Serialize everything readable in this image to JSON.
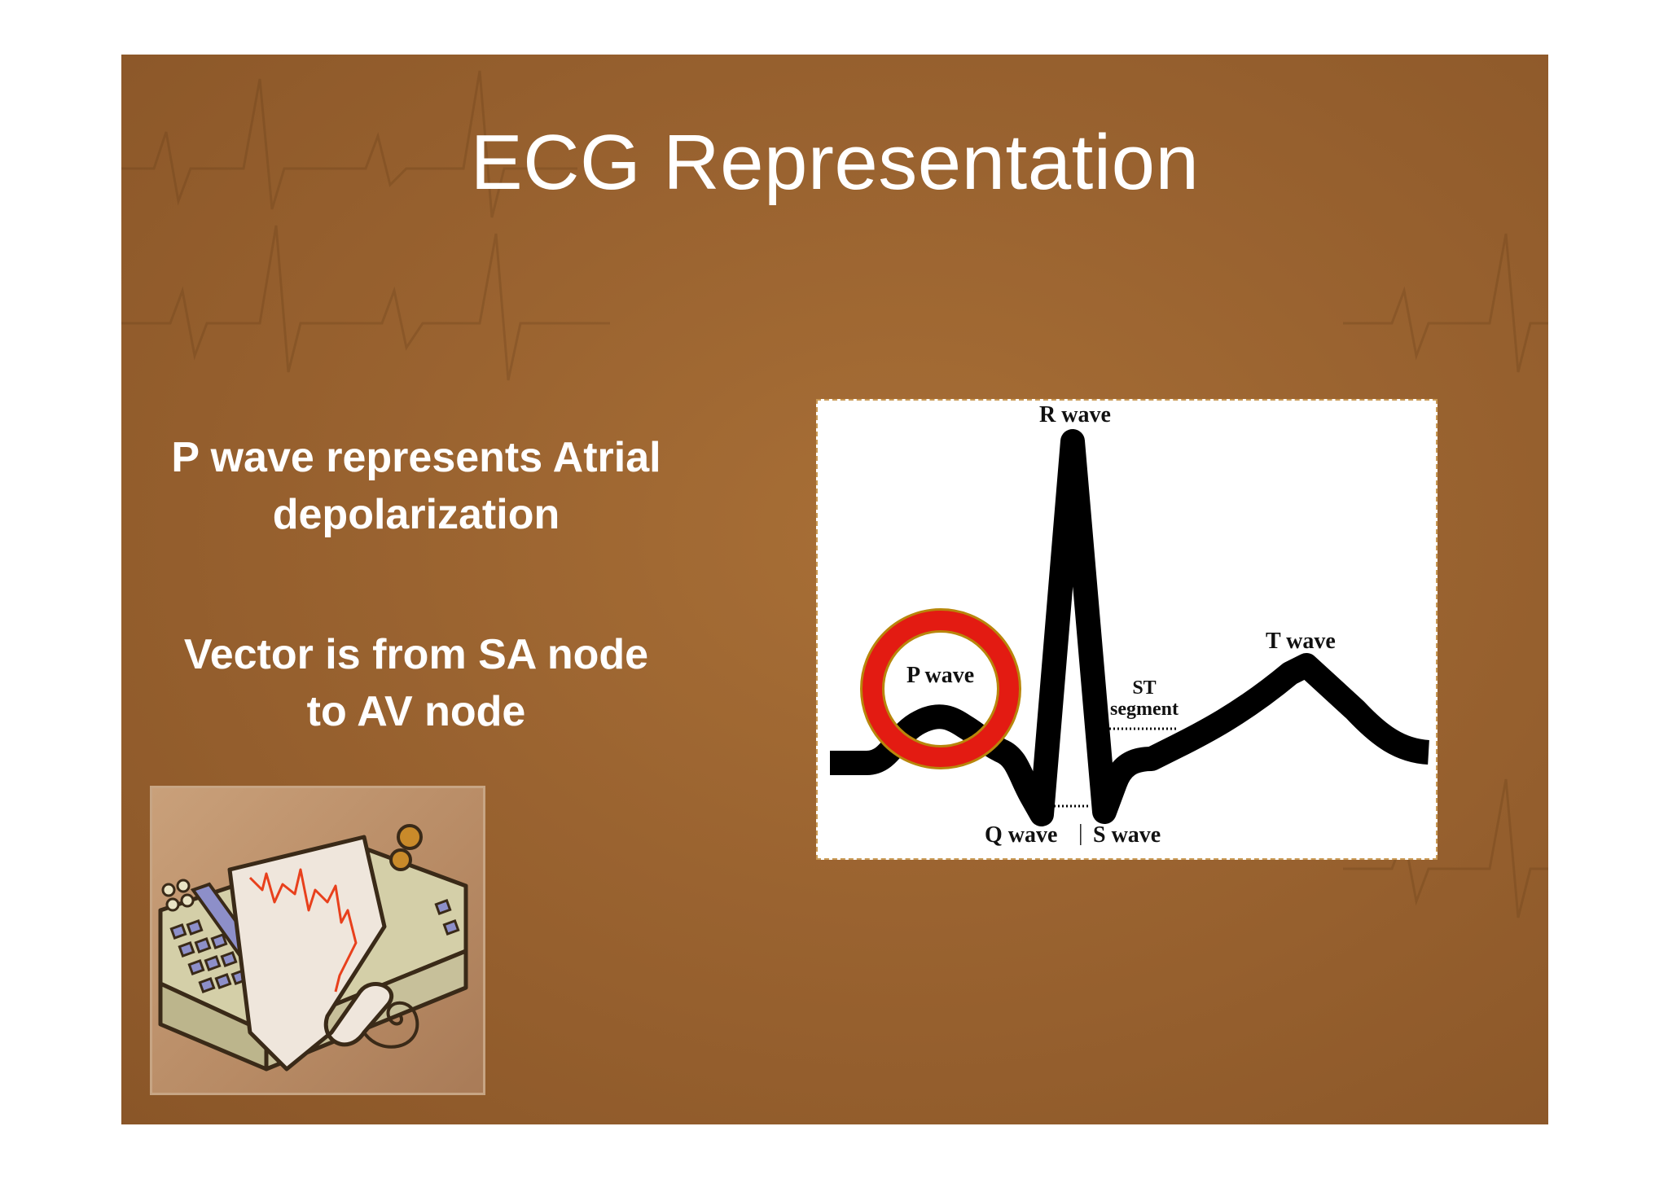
{
  "slide": {
    "title": "ECG Representation",
    "bullets": [
      {
        "line1": "P wave represents Atrial",
        "line2": "depolarization"
      },
      {
        "line1": "Vector is from SA node",
        "line2": "to AV node"
      }
    ]
  },
  "ecg_diagram": {
    "labels": {
      "r_wave": "R wave",
      "t_wave": "T wave",
      "p_wave": "P wave",
      "st_line1": "ST",
      "st_line2": "segment",
      "q_wave": "Q wave",
      "divider": "|",
      "s_wave": "S wave"
    },
    "highlight": "P wave",
    "colors": {
      "trace": "#000000",
      "highlight_ring": "#e31b12",
      "highlight_ring_border": "#b8860b"
    }
  },
  "clipart": {
    "icon": "ecg-machine-icon",
    "colors": {
      "body": "#d4cfa8",
      "paper": "#efe6dc",
      "trace": "#e8401c",
      "screen": "#8d8fc9",
      "knob": "#c98a2a"
    }
  },
  "colors": {
    "slide_background": "#9a6330",
    "text": "#ffffff"
  }
}
